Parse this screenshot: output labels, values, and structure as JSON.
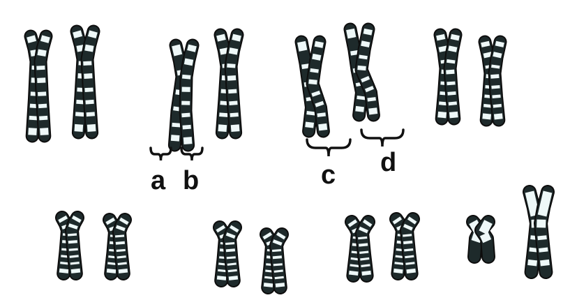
{
  "diagram": {
    "labels": {
      "a": "a",
      "b": "b",
      "c": "c",
      "d": "d"
    },
    "colors": {
      "dark_band": "#1e2a2b",
      "light_band": "#eef8f8",
      "outline": "#0d0d0d",
      "background": "#ffffff"
    },
    "top_row_pairs": 4,
    "bottom_row_pairs": 4
  }
}
